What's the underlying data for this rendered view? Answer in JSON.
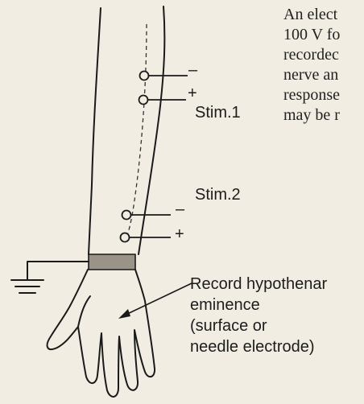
{
  "intro_text_lines": [
    "An elect",
    "100 V fo",
    "recordec",
    "nerve an",
    "response",
    "may be r"
  ],
  "stim1": {
    "label": "Stim.1",
    "minus": "–",
    "plus": "+"
  },
  "stim2": {
    "label": "Stim.2",
    "minus": "–",
    "plus": "+"
  },
  "record_label_lines": [
    "Record hypothenar",
    "eminence",
    "(surface or",
    "needle electrode)"
  ]
}
